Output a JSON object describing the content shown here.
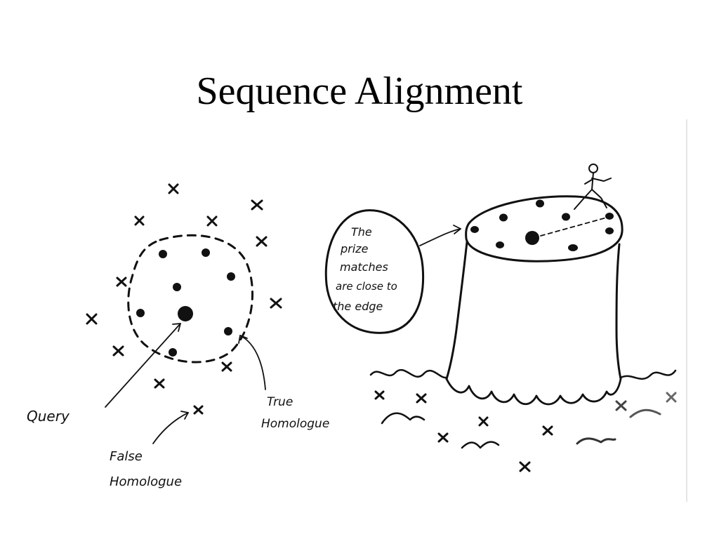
{
  "slide": {
    "title": "Sequence Alignment"
  },
  "left_diagram": {
    "query_label": "Query",
    "true_homologue_label": [
      "True",
      "Homologue"
    ],
    "false_homologue_label": [
      "False",
      "Homologue"
    ]
  },
  "right_diagram": {
    "speech_bubble_lines": [
      "The",
      "prize",
      "matches",
      "are close to",
      "the edge"
    ]
  },
  "icons": {
    "match": "filled-dot",
    "non_match": "x-mark",
    "climber": "stick-figure"
  }
}
